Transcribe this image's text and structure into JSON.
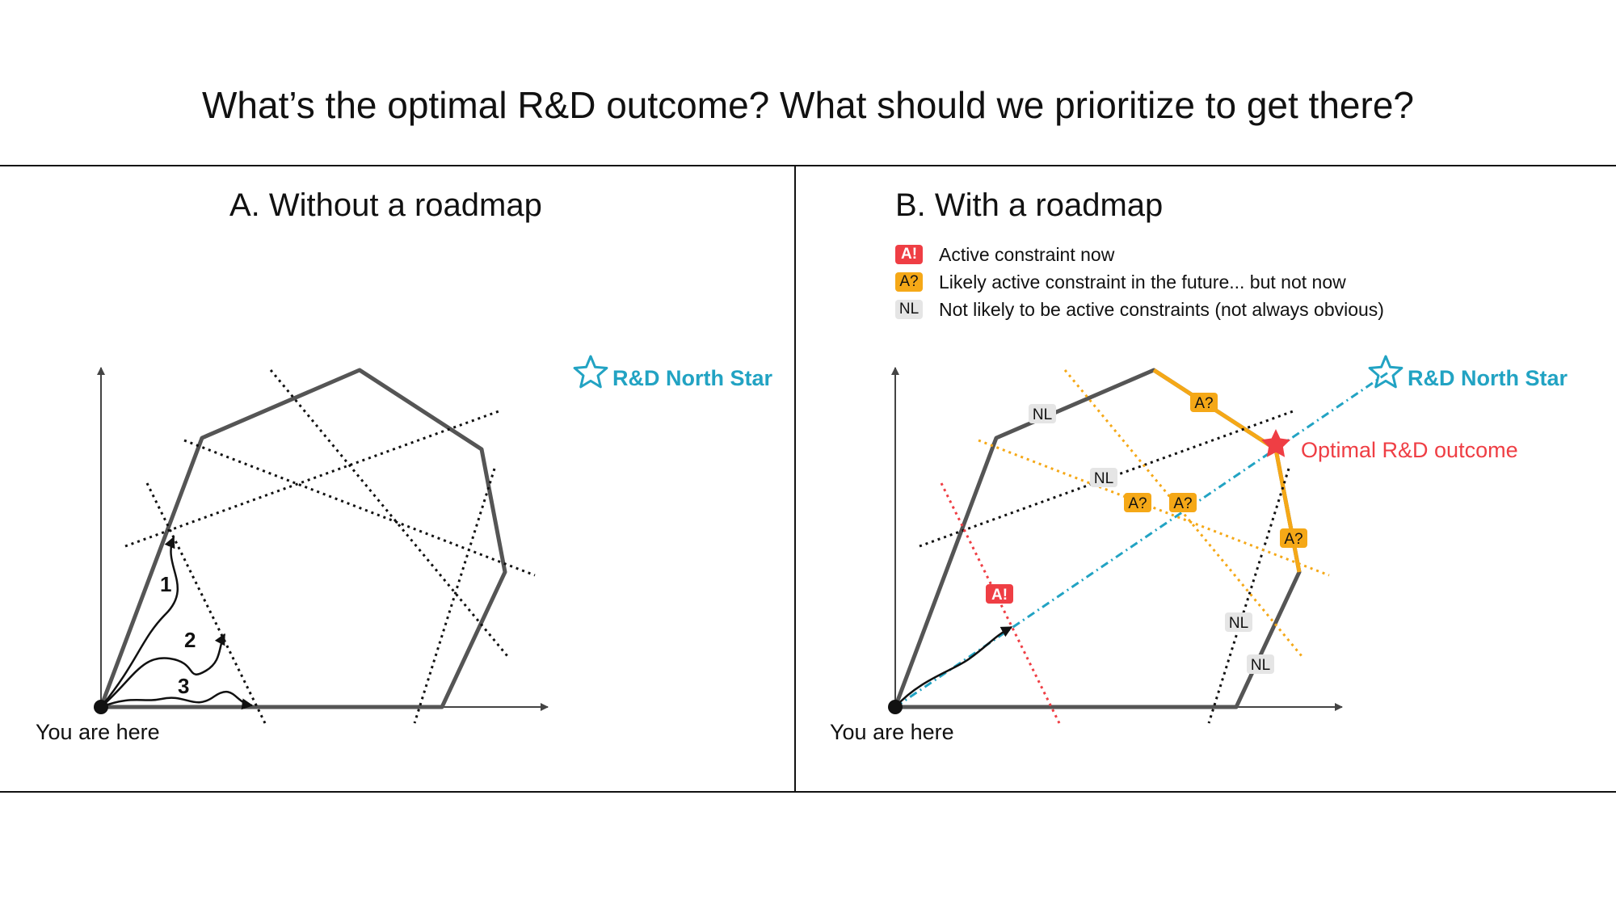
{
  "title": "What’s the optimal R&D outcome? What should we prioritize to get there?",
  "panel_a": {
    "title": "A. Without a roadmap",
    "north_star": "R&D North Star",
    "you_are_here": "You are here",
    "paths": [
      "1",
      "2",
      "3"
    ]
  },
  "panel_b": {
    "title": "B. With a roadmap",
    "north_star": "R&D North Star",
    "you_are_here": "You are here",
    "optimal": "Optimal R&D outcome",
    "legend": [
      {
        "badge": "A!",
        "text": "Active constraint now",
        "kind": "red"
      },
      {
        "badge": "A?",
        "text": "Likely active constraint in the future... but not now",
        "kind": "orange"
      },
      {
        "badge": "NL",
        "text": "Not likely to be active constraints (not always obvious)",
        "kind": "gray"
      }
    ],
    "tags": {
      "nl_top": "NL",
      "a_top": "A?",
      "nl_mid": "NL",
      "a_mid1": "A?",
      "a_mid2": "A?",
      "a_right": "A?",
      "a_red": "A!",
      "nl_low1": "NL",
      "nl_low2": "NL"
    }
  },
  "colors": {
    "polygon": "#555555",
    "north_star": "#22a3c3",
    "optimal": "#ef3e44",
    "future": "#f5a817",
    "now": "#ef3e44",
    "inactive": "#111111"
  }
}
